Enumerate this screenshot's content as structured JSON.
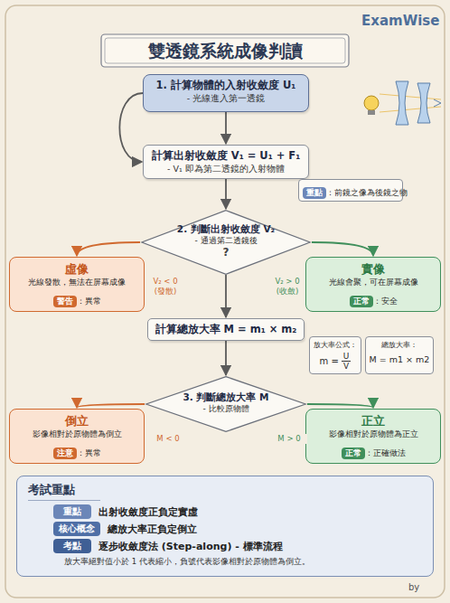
{
  "diagram": {
    "title": "雙透鏡系統成像判讀",
    "nodes": [
      {
        "text": [
          "1. 計算物體的入射收斂度 U₁",
          "- 光線進入第一透鏡"
        ]
      },
      {
        "text": [
          "計算出射收斂度 V₁ = U₁ + F₁",
          "- V₁ 即為第二透鏡的入射物體"
        ]
      },
      {
        "text": [
          "重點",
          "：前鏡之像為後鏡之物"
        ]
      },
      {
        "text": [
          "2. 判斷出射收斂度 V₂",
          "- 通過第二透鏡後",
          "?"
        ]
      },
      {
        "text": [
          "虛像",
          "光線發散，無法在屏幕成像",
          "警告",
          "：異常"
        ]
      },
      {
        "text": [
          "實像",
          "光線會聚，可在屏幕成像",
          "正常",
          "：安全"
        ]
      },
      {
        "text": [
          "計算總放大率 M = m₁ × m₂"
        ]
      },
      {
        "text": [
          "放大率公式：",
          "m =",
          "U",
          "V"
        ]
      },
      {
        "text": [
          "總放大率：",
          "M = m1 × m2"
        ]
      },
      {
        "text": [
          "3. 判斷總放大率 M",
          "- 比較原物體"
        ]
      },
      {
        "text": [
          "倒立",
          "影像相對於原物體為倒立",
          "注意",
          "：異常"
        ]
      },
      {
        "text": [
          "正立",
          "影像相對於原物體為正立",
          "正常",
          "：正確做法"
        ]
      },
      {
        "text": [
          "考試重點",
          "重點",
          "出射收斂度正負定實虛",
          "核心概念",
          "總放大率正負定倒立",
          "考點",
          "逐步收斂度法 (Step-along) - 標準流程",
          "放大率絕對值小於 1 代表縮小，負號代表影像相對於原物體為倒立。"
        ]
      }
    ],
    "edges": [
      {
        "from": 0,
        "to": 1,
        "arrow": "to"
      },
      {
        "from": 0,
        "to": 1,
        "arrow": "to"
      },
      {
        "from": 1,
        "to": 3,
        "arrow": "to"
      },
      {
        "from": 3,
        "to": 4,
        "label": "V₂ < 0 (發散)",
        "arrow": "to"
      },
      {
        "from": 3,
        "to": 5,
        "label": "V₂ > 0 (收斂)",
        "arrow": "to"
      },
      {
        "from": 3,
        "to": 6,
        "arrow": "to"
      },
      {
        "from": 6,
        "to": 9,
        "arrow": "to"
      },
      {
        "from": 9,
        "to": 10,
        "label": "M < 0",
        "arrow": "to"
      },
      {
        "from": 9,
        "to": 11,
        "label": "M > 0",
        "arrow": "to"
      }
    ],
    "labels": [
      "ExamWise",
      "by"
    ]
  }
}
